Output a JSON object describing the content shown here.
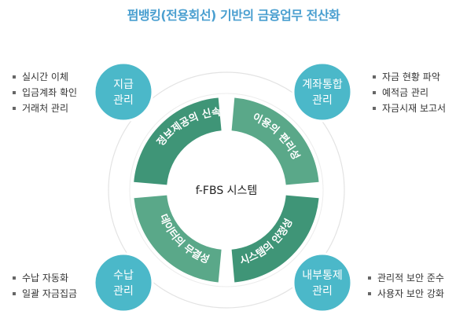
{
  "title": "펌뱅킹(전용회선) 기반의 금융업무 전산화",
  "center": "f-FBS 시스템",
  "segments": [
    "정보제공의 신속성",
    "이용의 편리성",
    "시스템의 안정성",
    "데이터의 무결성"
  ],
  "nodes": {
    "tl": {
      "line1": "지급",
      "line2": "관리",
      "items": [
        "실시간 이체",
        "입금계좌 확인",
        "거래처 관리"
      ]
    },
    "tr": {
      "line1": "계좌통합",
      "line2": "관리",
      "items": [
        "자금 현황 파악",
        "예적금 관리",
        "자금시재 보고서"
      ]
    },
    "bl": {
      "line1": "수납",
      "line2": "관리",
      "items": [
        "수납 자동화",
        "일괄 자금집금"
      ]
    },
    "br": {
      "line1": "내부통제",
      "line2": "관리",
      "items": [
        "관리적 보안 준수",
        "사용자 보안 강화"
      ]
    }
  },
  "colors": {
    "title": "#4a9fd0",
    "node": "#4bb8c9",
    "ring": "#3f9577",
    "ring_light": "#5aa889"
  }
}
